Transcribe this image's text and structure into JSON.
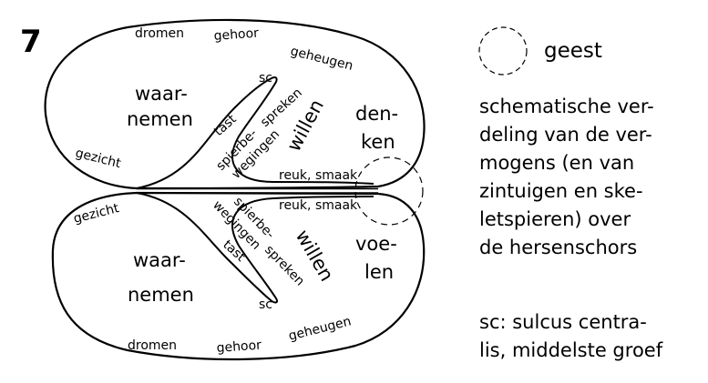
{
  "figure_number": "7",
  "legend": {
    "label": "geest"
  },
  "top": {
    "dromen": "dromen",
    "gehoor": "gehoor",
    "geheugen": "geheugen",
    "waarnemen_1": "waar-",
    "waarnemen_2": "nemen",
    "sc": "sc",
    "tast": "tast",
    "spreken": "spreken",
    "spierbe": "spierbe-",
    "wegingen": "wegingen",
    "willen": "willen",
    "denken_1": "den-",
    "denken_2": "ken",
    "gezicht": "gezicht",
    "reuk_smaak": "reuk, smaak"
  },
  "bottom": {
    "gezicht": "gezicht",
    "reuk_smaak": "reuk, smaak",
    "spierbe": "spierbe-",
    "wegingen": "wegingen",
    "willen": "willen",
    "voelen_1": "voe-",
    "voelen_2": "len",
    "waarnemen_1": "waar-",
    "waarnemen_2": "nemen",
    "tast": "tast",
    "spreken": "spreken",
    "sc": "sc",
    "dromen": "dromen",
    "gehoor": "gehoor",
    "geheugen": "geheugen"
  },
  "caption": {
    "lines": [
      "schematische ver-",
      "deling van de ver-",
      "mogens (en van",
      "zintuigen en ske-",
      "letspieren) over",
      "de hersenschors"
    ]
  },
  "note": {
    "lines": [
      "sc: sulcus centra-",
      "lis, middelste groef"
    ]
  }
}
